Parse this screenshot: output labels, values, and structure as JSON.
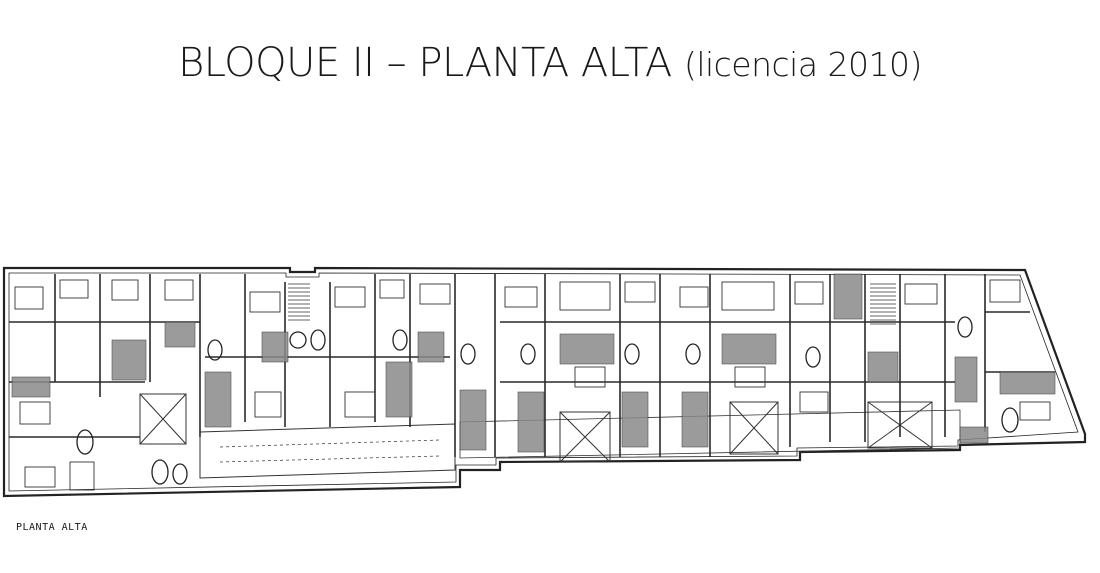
{
  "slide": {
    "title_main": "BLOQUE II – PLANTA ALTA",
    "title_sub": "(licencia 2010)"
  },
  "plan": {
    "caption": "PLANTA ALTA"
  }
}
